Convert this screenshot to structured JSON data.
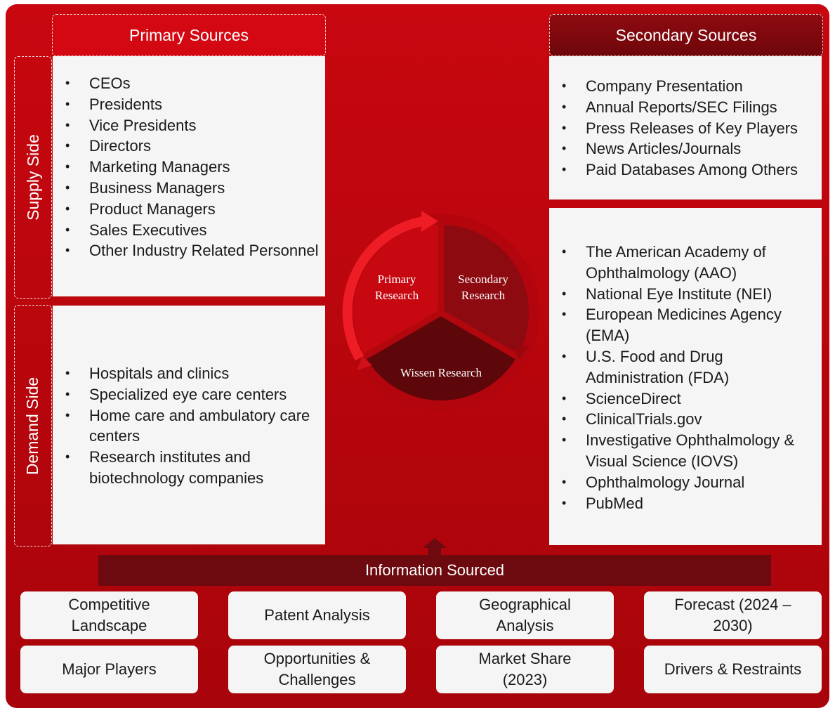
{
  "primary_header": "Primary Sources",
  "secondary_header": "Secondary Sources",
  "supply_side_label": "Supply Side",
  "demand_side_label": "Demand Side",
  "supply_side_items": [
    "CEOs",
    "Presidents",
    "Vice Presidents",
    "Directors",
    "Marketing Managers",
    "Business Managers",
    "Product Managers",
    "Sales Executives",
    "Other Industry Related Personnel"
  ],
  "demand_side_items": [
    "Hospitals and clinics",
    "Specialized eye care centers",
    "Home care and ambulatory care centers",
    "Research institutes and biotechnology companies"
  ],
  "secondary_general_items": [
    "Company Presentation",
    "Annual Reports/SEC Filings",
    "Press Releases of Key Players",
    "News Articles/Journals",
    "Paid Databases Among Others"
  ],
  "secondary_specific_items": [
    "The American Academy of Ophthalmology (AAO)",
    "National Eye Institute (NEI)",
    "European Medicines Agency (EMA)",
    "U.S. Food and Drug Administration (FDA)",
    "ScienceDirect",
    "ClinicalTrials.gov",
    "Investigative Ophthalmology & Visual Science (IOVS)",
    "Ophthalmology Journal",
    "PubMed"
  ],
  "cycle": {
    "primary": [
      "Primary",
      "Research"
    ],
    "secondary": [
      "Secondary",
      "Research"
    ],
    "wissen": "Wissen Research"
  },
  "info_sourced": "Information Sourced",
  "tiles": [
    [
      "Competitive",
      "Landscape"
    ],
    [
      "Patent Analysis"
    ],
    [
      "Geographical",
      "Analysis"
    ],
    [
      "Forecast (2024 –",
      "2030)"
    ],
    [
      "Major Players"
    ],
    [
      "Opportunities &",
      "Challenges"
    ],
    [
      "Market Share",
      "(2023)"
    ],
    [
      "Drivers & Restraints"
    ]
  ],
  "colors": {
    "frame_red": "#c8070f",
    "dark_red": "#6d0a0f",
    "box_fill": "#f5f5f5"
  }
}
